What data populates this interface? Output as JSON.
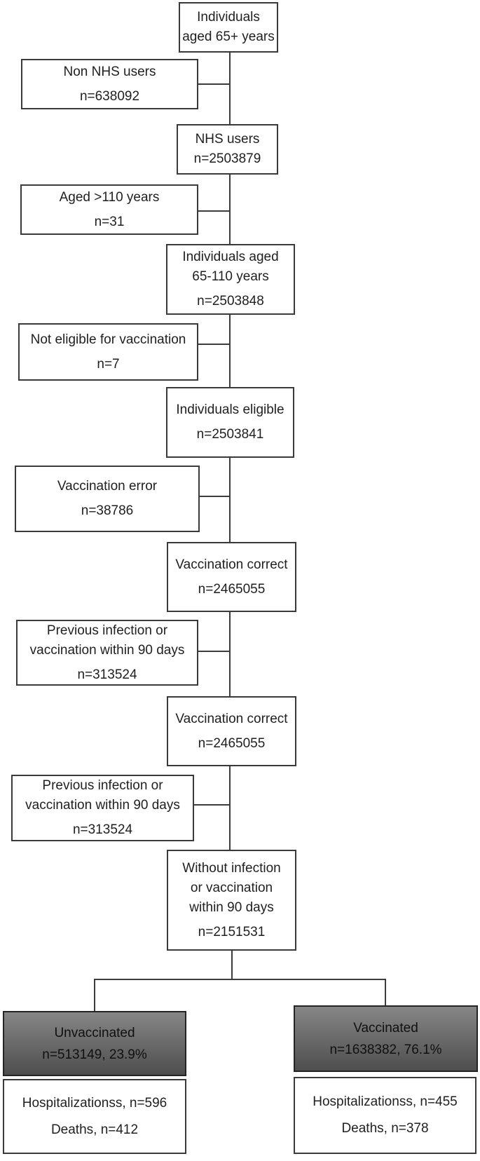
{
  "diagram": {
    "type": "study-flowchart",
    "colors": {
      "background": "#ffffff",
      "box_border": "#3a3a3a",
      "connector": "#3c3c3c",
      "gray_box_top": "#868686",
      "gray_box_bottom": "#4e4e4e",
      "text": "#1f1f1f"
    }
  },
  "boxes": {
    "individuals_65plus": {
      "line1": "Individuals",
      "line2": "aged 65+ years"
    },
    "non_nhs_users": {
      "line1": "Non NHS users",
      "line2": "n=638092"
    },
    "nhs_users": {
      "line1": "NHS users",
      "line2": "n=2503879"
    },
    "aged_over_110": {
      "line1": "Aged >110 years",
      "line2": "n=31"
    },
    "individuals_65_110": {
      "line1": "Individuals aged",
      "line2": "65-110 years",
      "line3": "n=2503848"
    },
    "not_eligible": {
      "line1": "Not eligible for vaccination",
      "line2": "n=7"
    },
    "individuals_eligible": {
      "line1": "Individuals eligible",
      "line2": "n=2503841"
    },
    "vaccination_error": {
      "line1": "Vaccination error",
      "line2": "n=38786"
    },
    "vaccination_correct_1": {
      "line1": "Vaccination correct",
      "line2": "n=2465055"
    },
    "previous_infection_1": {
      "line1": "Previous infection or",
      "line2": "vaccination within 90 days",
      "line3": "n=313524"
    },
    "vaccination_correct_2": {
      "line1": "Vaccination correct",
      "line2": "n=2465055"
    },
    "previous_infection_2": {
      "line1": "Previous infection or",
      "line2": "vaccination within 90 days",
      "line3": "n=313524"
    },
    "without_infection": {
      "line1": "Without infection",
      "line2": "or vaccination",
      "line3": "within 90 days",
      "line4": "n=2151531"
    },
    "unvaccinated": {
      "line1": "Unvaccinated",
      "line2": "n=513149, 23.9%"
    },
    "unvaccinated_outcomes": {
      "line1": "Hospitalizationss, n=596",
      "line2": "Deaths,  n=412"
    },
    "vaccinated": {
      "line1": "Vaccinated",
      "line2": "n=1638382, 76.1%"
    },
    "vaccinated_outcomes": {
      "line1": "Hospitalizationss, n=455",
      "line2": "Deaths,  n=378"
    }
  }
}
